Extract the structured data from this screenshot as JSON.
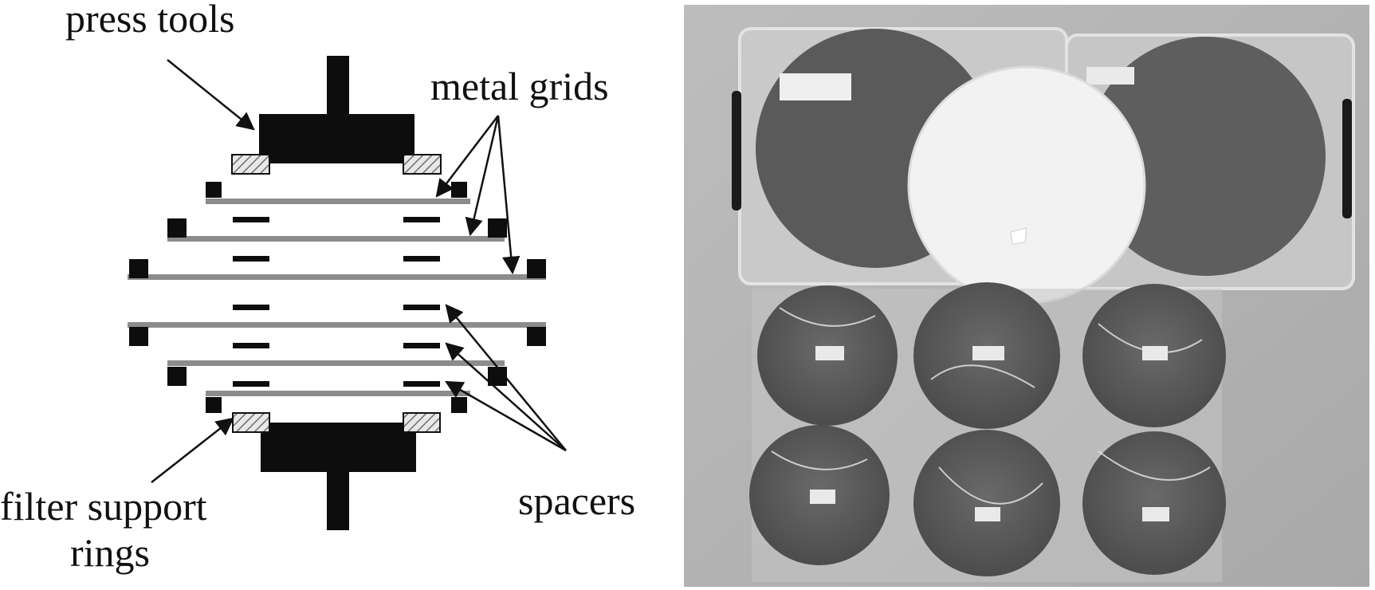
{
  "diagram": {
    "labels": {
      "press_tools": "press tools",
      "metal_grids": "metal grids",
      "filter_support_line1": "filter support",
      "filter_support_line2": "rings",
      "spacers": "spacers"
    },
    "colors": {
      "tool": "#0d0d0d",
      "grid": "#8c8c8c",
      "ring_hatch": "#6e6e6e",
      "arrow": "#111111"
    }
  },
  "photo": {
    "tags": {
      "box_left": "",
      "box_right": "",
      "disc_center": "",
      "r1": [
        "",
        "",
        ""
      ],
      "r2": [
        "",
        "",
        ""
      ]
    },
    "colors": {
      "background": "#b3b3b3",
      "disc": "#585858",
      "filter": "#f2f2f2",
      "handle": "#1a1a1a"
    }
  }
}
